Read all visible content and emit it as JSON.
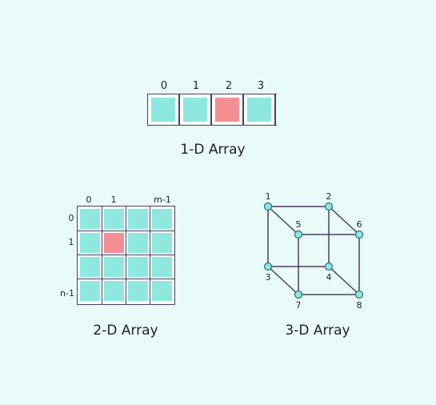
{
  "colors": {
    "background": "#e8fbf8",
    "cell": "#8ee8e0",
    "highlight": "#f48f93",
    "border": "#4a3f64",
    "node": "#8ee8e0"
  },
  "array_1d": {
    "indices": [
      "0",
      "1",
      "2",
      "3"
    ],
    "highlight_index": 2,
    "title": "1-D Array"
  },
  "array_2d": {
    "col_labels": [
      "0",
      "1",
      "m-1"
    ],
    "row_labels": [
      "0",
      "1",
      "n-1"
    ],
    "highlight_row": 1,
    "highlight_col": 1,
    "title": "2-D Array"
  },
  "array_3d": {
    "node_labels": [
      "1",
      "2",
      "3",
      "4",
      "5",
      "6",
      "7",
      "8"
    ],
    "title": "3-D Array"
  }
}
